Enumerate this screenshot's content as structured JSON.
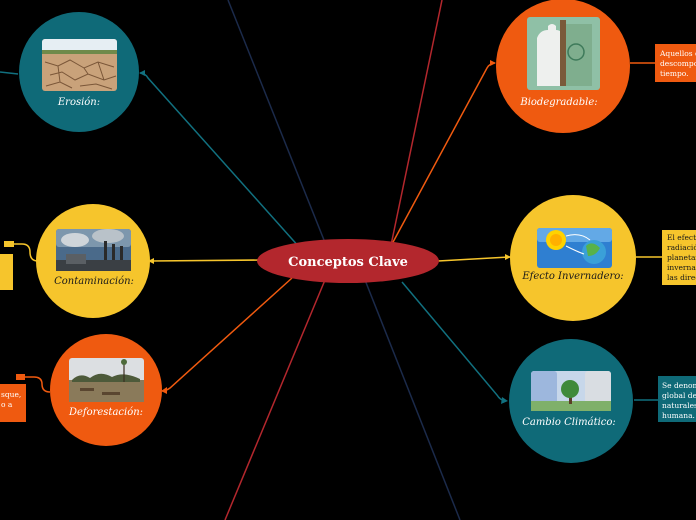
{
  "central": {
    "title": "Conceptos Clave",
    "color": "#b3272d"
  },
  "branch_colors": {
    "teal": "#11707f",
    "yellow": "#f6c52c",
    "orange": "#f05a0f",
    "red": "#b3272d",
    "navy": "#1b2a4a"
  },
  "topics": [
    {
      "id": "erosion",
      "label": "Erosión:",
      "color": "#0f6a78",
      "text_color": "#ffffff",
      "icon": "cracked-earth-image"
    },
    {
      "id": "contaminacion",
      "label": "Contaminación:",
      "color": "#f6c52c",
      "text_color": "#1a1a1a",
      "icon": "factory-smoke-image"
    },
    {
      "id": "deforestacion",
      "label": "Deforestación:",
      "color": "#ef5a10",
      "text_color": "#ffffff",
      "icon": "cleared-forest-image"
    },
    {
      "id": "biodegradable",
      "label": "Biodegradable:",
      "color": "#ef5a10",
      "text_color": "#ffffff",
      "icon": "biodegradable-bag-image"
    },
    {
      "id": "efecto",
      "label": "Efecto Invernadero:",
      "color": "#f6c52c",
      "text_color": "#1a1a1a",
      "icon": "greenhouse-sun-earth-image"
    },
    {
      "id": "cambio",
      "label": "Cambio Climático:",
      "color": "#0f6a78",
      "text_color": "#ffffff",
      "icon": "tree-climate-image"
    }
  ],
  "notes": {
    "biodegradable": [
      "Aquellos q",
      "descompo",
      "tiempo."
    ],
    "efecto": [
      "El efecto",
      "radiació",
      "planetar",
      "invernac",
      "las direc"
    ],
    "cambio": [
      "Se denom",
      "global del",
      "naturales",
      "humana."
    ],
    "deforestacion": [
      "sque,",
      "o a"
    ]
  }
}
